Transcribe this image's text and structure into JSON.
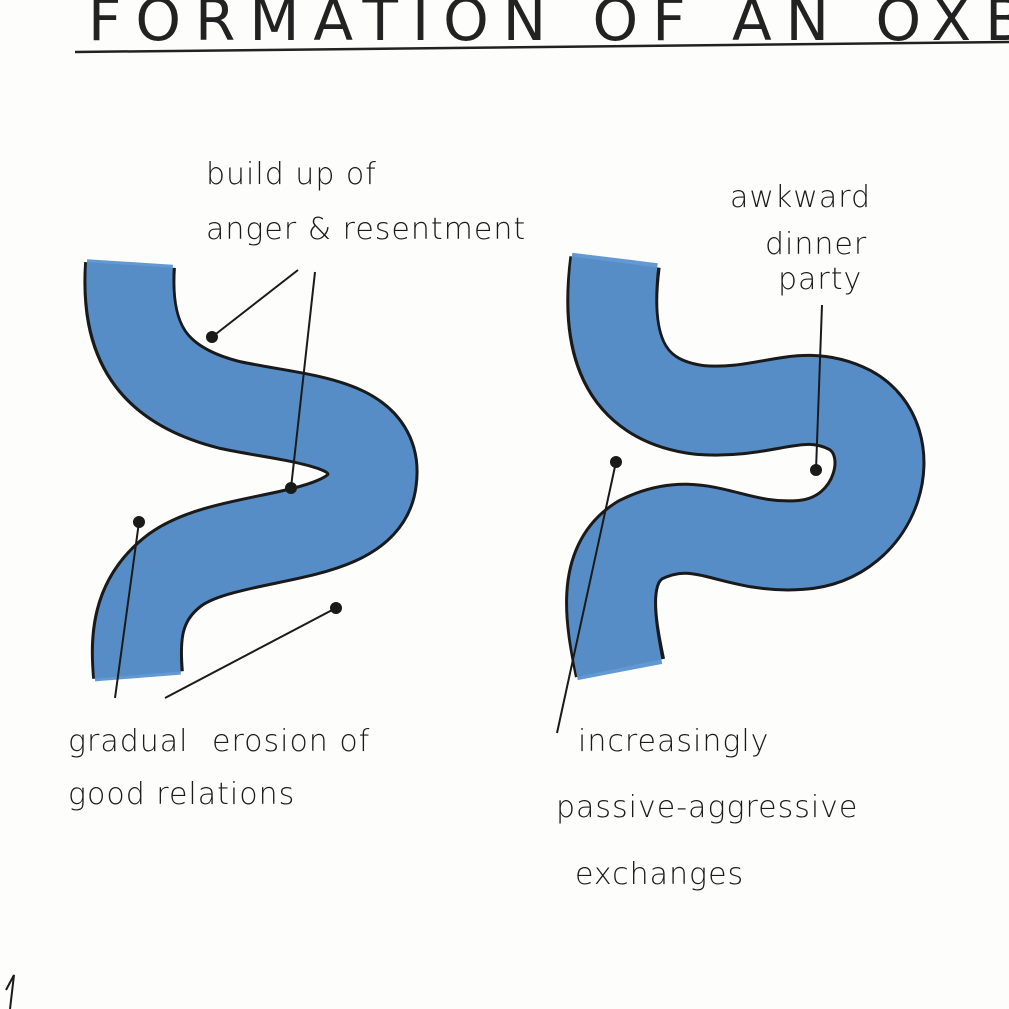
{
  "title": "FORMATION OF AN OXBOW",
  "colors": {
    "water": "#5b93d1",
    "ink": "#1a1a1a",
    "paper": "#fdfdfb"
  },
  "left_diagram": {
    "label_top": [
      "build up of",
      "anger & resentment"
    ],
    "label_bottom": [
      "gradual",
      "erosion of",
      "good relations"
    ]
  },
  "right_diagram": {
    "label_top": [
      "awkward",
      "dinner",
      "party"
    ],
    "label_bottom": [
      "increasingly",
      "passive-aggressive",
      "exchanges"
    ]
  }
}
